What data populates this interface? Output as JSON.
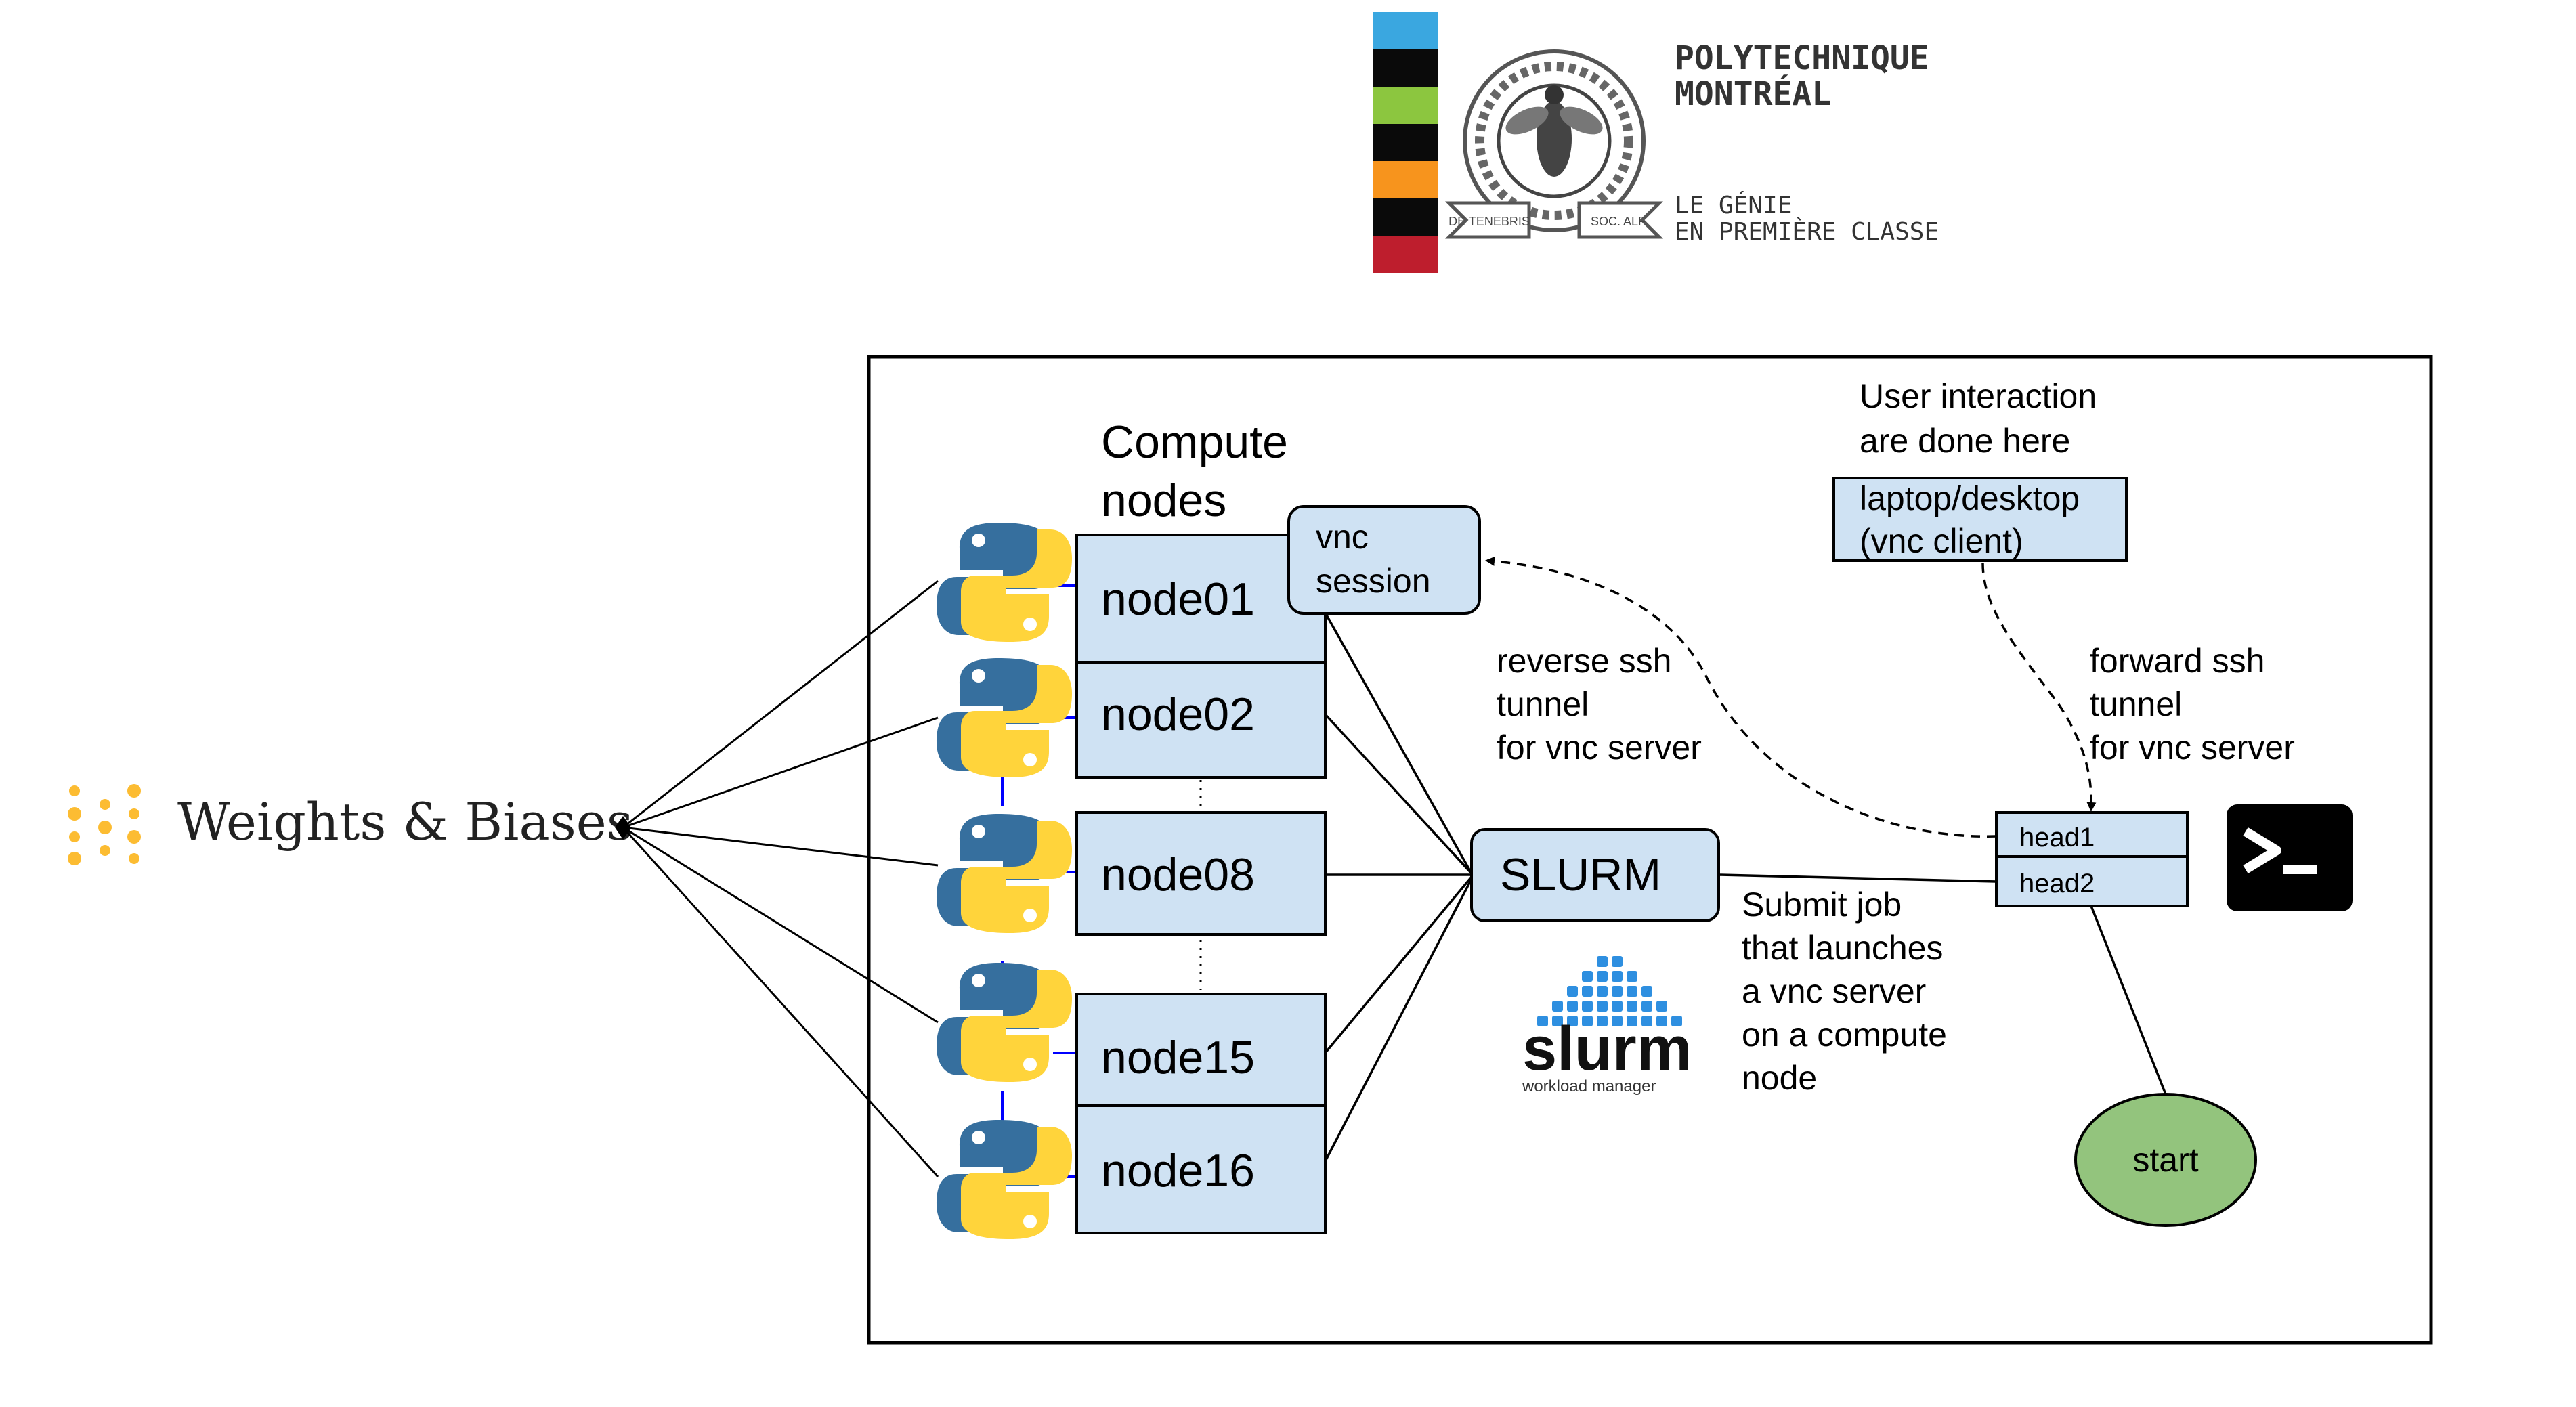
{
  "logo": {
    "line1": "POLYTECHNIQUE",
    "line2": "MONTRÉAL",
    "tagline1": "LE GÉNIE",
    "tagline2": "EN PREMIÈRE CLASSE",
    "seal_ribbon_left": "DE TENEBRIS",
    "seal_ribbon_right": "SOC. ALF.",
    "stripe_colors": [
      "#3aa7e0",
      "#0a0a0a",
      "#8cc63f",
      "#0a0a0a",
      "#f7941d",
      "#0a0a0a",
      "#be1e2d"
    ]
  },
  "wandb": {
    "label": "Weights & Biases",
    "dot_color": "#fcbc32"
  },
  "diagram": {
    "compute_title_line1": "Compute",
    "compute_title_line2": "nodes",
    "nodes": [
      "node01",
      "node02",
      "node08",
      "node15",
      "node16"
    ],
    "vnc_session_line1": "vnc",
    "vnc_session_line2": "session",
    "slurm_label": "SLURM",
    "slurm_logo_text": "slurm",
    "slurm_logo_sub": "workload manager",
    "reverse_tunnel": [
      "reverse ssh",
      "tunnel",
      "for vnc server"
    ],
    "user_note": [
      "User interaction",
      "are done here"
    ],
    "laptop_box": [
      "laptop/desktop",
      "(vnc client)"
    ],
    "forward_tunnel": [
      "forward ssh",
      "tunnel",
      "for vnc server"
    ],
    "head_nodes": [
      "head1",
      "head2"
    ],
    "submit_note": [
      "Submit job",
      "that launches",
      "a vnc server",
      "on a compute",
      "node"
    ],
    "start_label": "start",
    "colors": {
      "box_fill": "#cfe2f3",
      "start_fill": "#93c47d",
      "python_blue": "#366f9e",
      "python_yellow": "#ffd43b",
      "connector_blue": "#0000ff",
      "slurm_blue": "#2e8fe0"
    }
  }
}
